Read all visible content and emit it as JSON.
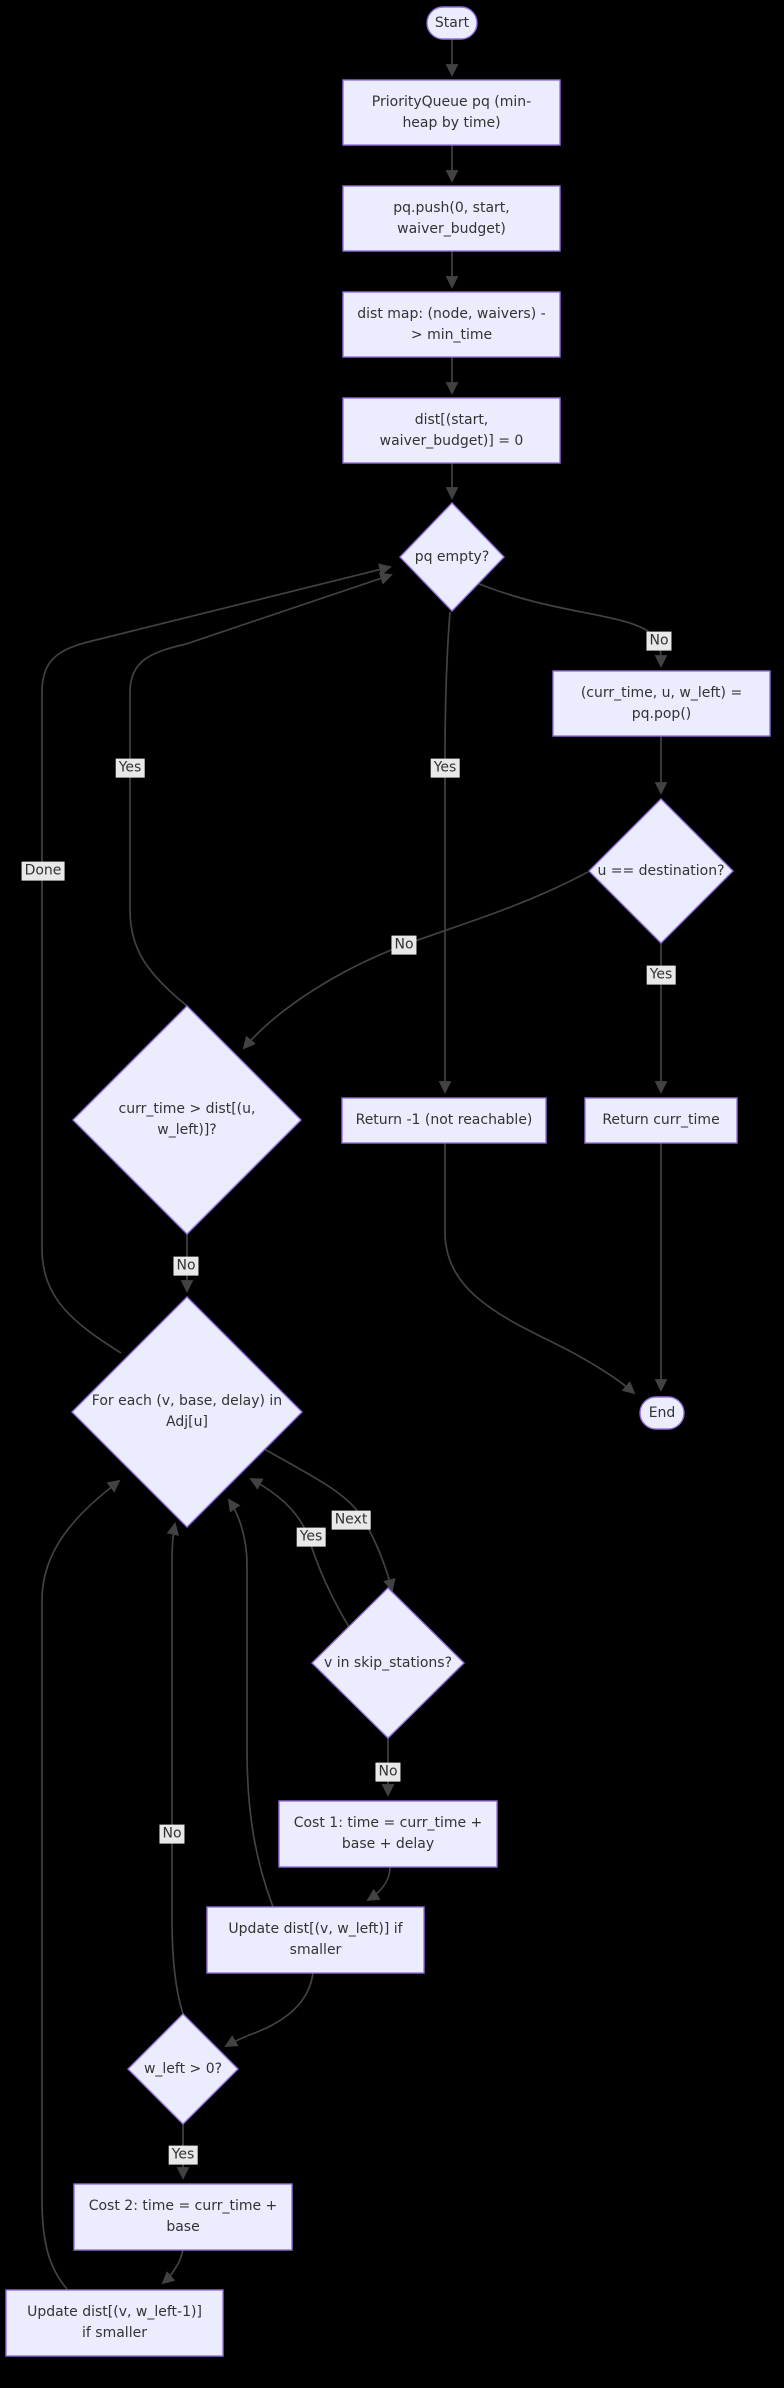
{
  "diagram": {
    "type": "flowchart",
    "background": "#000000",
    "node_fill": "#ECECFF",
    "node_border": "#9370DB",
    "edge_color": "#424242",
    "edge_label_bg": "#e8e8e8",
    "text_color": "#333333",
    "nodes": {
      "start": {
        "lines": [
          "Start"
        ]
      },
      "init_pq": {
        "lines": [
          "PriorityQueue pq (min-",
          "heap by time)"
        ]
      },
      "push_start": {
        "lines": [
          "pq.push(0, start,",
          "waiver_budget)"
        ]
      },
      "dist_map": {
        "lines": [
          "dist map: (node, waivers) -",
          "> min_time"
        ]
      },
      "dist_init": {
        "lines": [
          "dist[(start,",
          "waiver_budget)] = 0"
        ]
      },
      "pq_empty": {
        "lines": [
          "pq empty?"
        ]
      },
      "pop": {
        "lines": [
          "(curr_time, u, w_left) =",
          "pq.pop()"
        ]
      },
      "is_dest": {
        "lines": [
          "u == destination?"
        ]
      },
      "return_neg1": {
        "lines": [
          "Return -1 (not reachable)"
        ]
      },
      "return_time": {
        "lines": [
          "Return curr_time"
        ]
      },
      "stale_check": {
        "lines": [
          "curr_time > dist[(u,",
          "w_left)]?"
        ]
      },
      "foreach": {
        "lines": [
          "For each (v, base, delay) in",
          "Adj[u]"
        ]
      },
      "skip_check": {
        "lines": [
          "v in skip_stations?"
        ]
      },
      "cost1": {
        "lines": [
          "Cost 1: time = curr_time +",
          "base + delay"
        ]
      },
      "update1": {
        "lines": [
          "Update dist[(v, w_left)] if",
          "smaller"
        ]
      },
      "wleft_check": {
        "lines": [
          "w_left > 0?"
        ]
      },
      "cost2": {
        "lines": [
          "Cost 2: time = curr_time +",
          "base"
        ]
      },
      "update2": {
        "lines": [
          "Update dist[(v, w_left-1)]",
          "if smaller"
        ]
      },
      "end": {
        "lines": [
          "End"
        ]
      }
    },
    "edge_labels": {
      "pq_empty_no": "No",
      "pq_empty_yes": "Yes",
      "dest_yes": "Yes",
      "dest_no": "No",
      "stale_yes": "Yes",
      "stale_no": "No",
      "foreach_done": "Done",
      "foreach_next": "Next",
      "skip_yes": "Yes",
      "skip_no": "No",
      "wleft_no": "No",
      "wleft_yes": "Yes"
    }
  }
}
